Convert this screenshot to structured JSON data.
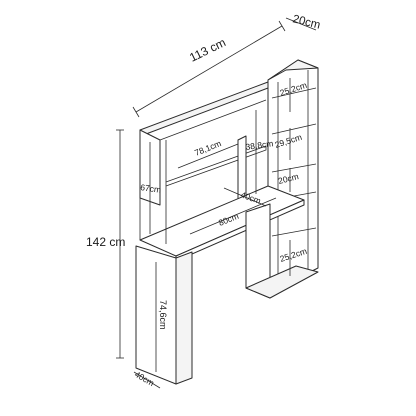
{
  "drawing": {
    "dimensions": {
      "overall_width": "113 cm",
      "overall_depth": "20cm",
      "overall_height": "142 cm",
      "top_shelf_height_right": "25,2cm",
      "hutch_width": "78,1cm",
      "hutch_height": "38,8cm",
      "middle_shelf_height_right": "29,5cm",
      "hutch_side_height": "67cm",
      "small_shelf_height": "20cm",
      "desk_depth": "40cm",
      "desk_width": "80cm",
      "bottom_shelf_height_right": "25,2cm",
      "desk_height": "74,6cm",
      "leg_depth": "40cm"
    }
  }
}
